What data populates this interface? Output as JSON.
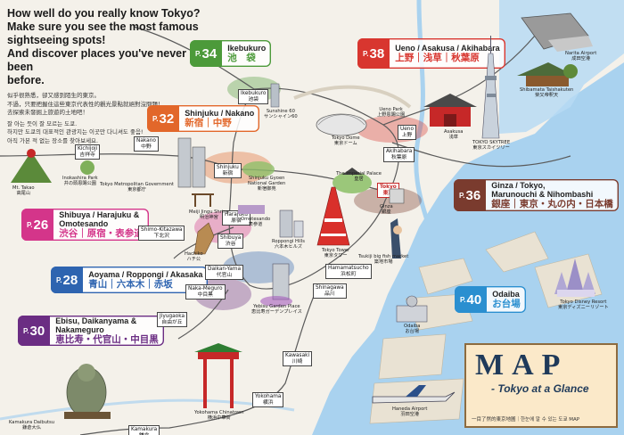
{
  "intro": {
    "en": "How well do you really know Tokyo?\nMake sure you see the most famous\nsightseeing spots!\nAnd discover places you've never been\nbefore.",
    "zh": "似乎很熟悉，卻又感到陌生的東京。\n不過，只要把握住這些東京代表性的觀光景點就絕對沒問題！\n去探索未發掘上旅遊的土地吧！",
    "ko": "잘 아는 듯이 잘 모르는 도쿄.\n하지만 도쿄의 대표적인 관광지는 이곳만 다니셔도 좋음!\n아직 가본 적 없는 장소를 찾아보세요."
  },
  "areas": [
    {
      "page_small": "P.",
      "page": "34",
      "en": "Ikebukuro",
      "ja": "池　袋",
      "color": "#4c9a3a"
    },
    {
      "page_small": "P.",
      "page": "38",
      "en": "Ueno / Asakusa / Akihabara",
      "ja": "上野｜浅草｜秋葉原",
      "color": "#d8362f"
    },
    {
      "page_small": "P.",
      "page": "32",
      "en": "Shinjuku / Nakano",
      "ja": "新宿｜中野",
      "color": "#e2672a"
    },
    {
      "page_small": "P.",
      "page": "36",
      "en": "Ginza / Tokyo,\nMarunouchi & Nihombashi",
      "ja": "銀座｜東京・丸の内・日本橋",
      "color": "#7a3b2e"
    },
    {
      "page_small": "P.",
      "page": "26",
      "en": "Shibuya / Harajuku &\nOmotesando",
      "ja": "渋谷｜原宿・表参道",
      "color": "#d4358a"
    },
    {
      "page_small": "P.",
      "page": "28",
      "en": "Aoyama / Roppongi / Akasaka",
      "ja": "青山｜六本木｜赤坂",
      "color": "#2e64b0"
    },
    {
      "page_small": "P.",
      "page": "40",
      "en": "Odaiba",
      "ja": "お台場",
      "color": "#2a8fd0"
    },
    {
      "page_small": "P.",
      "page": "30",
      "en": "Ebisu, Daikanyama &\nNakameguro",
      "ja": "恵比寿・代官山・中目黒",
      "color": "#6b2d83"
    }
  ],
  "stations": {
    "ikebukuro": "Ikebukuro\n池袋",
    "kichijoji": "Kichijoji\n吉祥寺",
    "nakano": "Nakano\n中野",
    "shinjuku": "Shinjuku\n新宿",
    "ueno": "Ueno\n上野",
    "akihabara": "Akihabara\n秋葉原",
    "tokyo": "Tokyo\n東京",
    "harajuku": "Harajuku\n原宿",
    "shibuya": "Shibuya\n渋谷",
    "shimokitazawa": "Shimo-Kitazawa\n下北沢",
    "daikanyama": "Daikan-Yama\n代官山",
    "nakameguro": "Naka-Meguro\n中目黒",
    "jiyugaoka": "Jiyugaoka\n自由が丘",
    "hamamatsucho": "Hamamatsucho\n浜松町",
    "shinagawa": "Shinagawa\n品川",
    "kawasaki": "Kawasaki\n川崎",
    "yokohama": "Yokohama\n横浜",
    "kamakura": "Kamakura\n鎌倉"
  },
  "landmarks": {
    "narita": "Narita Airport\n成田空港",
    "shibamata": "Shibamata Taishakuten\n柴又帝釈天",
    "skytree": "TOKYO SKYTREE\n東京スカイツリー",
    "asakusa": "Asakusa\n浅草",
    "ueno_park": "Ueno Park\n上野恩賜公園",
    "tokyo_dome": "Tokyo Dome\n東京ドーム",
    "sunshine": "Sunshine 60\nサンシャイン60",
    "inokashira": "Inokashira Park\n井の頭恩賜公園",
    "mt_takao": "Mt. Takao\n高尾山",
    "metro_gov": "Tokyo Metropolitan Government\n東京都庁",
    "gyoen": "Shinjuku Gyoen\nNational Garden\n新宿御苑",
    "meiji": "Meiji Jingu Shrine\n明治神宮",
    "imperial": "The Imperial Palace\n皇居",
    "omotesando": "Omotesando\n表参道",
    "hachiko": "Hachiko\nハチ公",
    "roppongi": "Roppongi Hills\n六本木ヒルズ",
    "tokyo_tower": "Tokyo Tower\n東京タワー",
    "tsukiji": "Tsukiji big fish market\n築地市場",
    "ginza": "Ginza\n銀座",
    "yebisu": "Yebisu Garden Place\n恵比寿ガーデンプレイス",
    "disney": "Tokyo Disney Resort\n東京ディズニーリゾート",
    "odaiba": "Odaiba\nお台場",
    "haneda": "Haneda Airport\n羽田空港",
    "chinatown": "Yokohama Chinatown\n横浜中華街",
    "daibutsu": "Kamakura Daibutsu\n鎌倉大仏"
  },
  "title": {
    "main": "MAP",
    "sub": "- Tokyo at a Glance",
    "multi": "一目了然的東京地圖｜한눈에 알 수 있는 도쿄 MAP"
  },
  "colors": {
    "water": "#a9d2ef",
    "land": "#f4f1ea",
    "title_bg": "#fbe9c9"
  }
}
